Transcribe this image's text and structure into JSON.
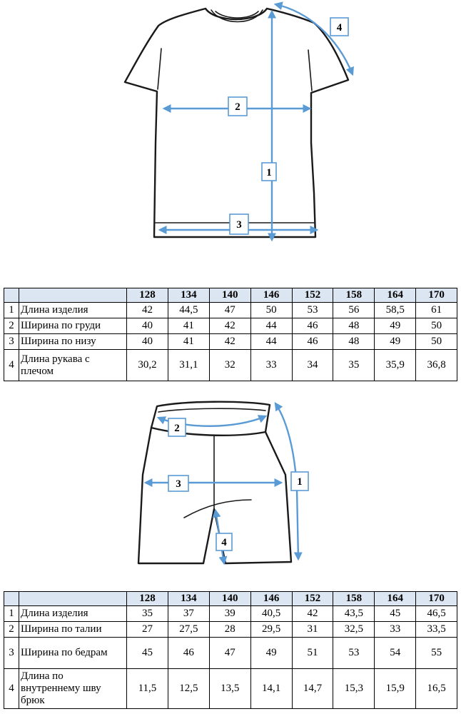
{
  "tshirt_diagram": {
    "labels": [
      "1",
      "2",
      "3",
      "4"
    ]
  },
  "tshirt_table": {
    "sizes": [
      "128",
      "134",
      "140",
      "146",
      "152",
      "158",
      "164",
      "170"
    ],
    "rows": [
      {
        "index": "1",
        "name": "Длина изделия",
        "values": [
          "42",
          "44,5",
          "47",
          "50",
          "53",
          "56",
          "58,5",
          "61"
        ]
      },
      {
        "index": "2",
        "name": "Ширина по груди",
        "values": [
          "40",
          "41",
          "42",
          "44",
          "46",
          "48",
          "49",
          "50"
        ]
      },
      {
        "index": "3",
        "name": "Ширина по низу",
        "values": [
          "40",
          "41",
          "42",
          "44",
          "46",
          "48",
          "49",
          "50"
        ]
      },
      {
        "index": "4",
        "name": "Длина рукава с плечом",
        "values": [
          "30,2",
          "31,1",
          "32",
          "33",
          "34",
          "35",
          "35,9",
          "36,8"
        ]
      }
    ]
  },
  "shorts_diagram": {
    "labels": [
      "1",
      "2",
      "3",
      "4"
    ]
  },
  "shorts_table": {
    "sizes": [
      "128",
      "134",
      "140",
      "146",
      "152",
      "158",
      "164",
      "170"
    ],
    "rows": [
      {
        "index": "1",
        "name": "Длина изделия",
        "values": [
          "35",
          "37",
          "39",
          "40,5",
          "42",
          "43,5",
          "45",
          "46,5"
        ]
      },
      {
        "index": "2",
        "name": "Ширина по талии",
        "values": [
          "27",
          "27,5",
          "28",
          "29,5",
          "31",
          "32,5",
          "33",
          "33,5"
        ]
      },
      {
        "index": "3",
        "name": "Ширина по бедрам",
        "values": [
          "45",
          "46",
          "47",
          "49",
          "51",
          "53",
          "54",
          "55"
        ]
      },
      {
        "index": "4",
        "name": "Длина по внутреннему шву брюк",
        "values": [
          "11,5",
          "12,5",
          "13,5",
          "14,1",
          "14,7",
          "15,3",
          "15,9",
          "16,5"
        ]
      }
    ]
  },
  "colors": {
    "measure_line": "#5b9bd5",
    "outline": "#1a1a1a",
    "header_fill": "#dce6f2"
  }
}
